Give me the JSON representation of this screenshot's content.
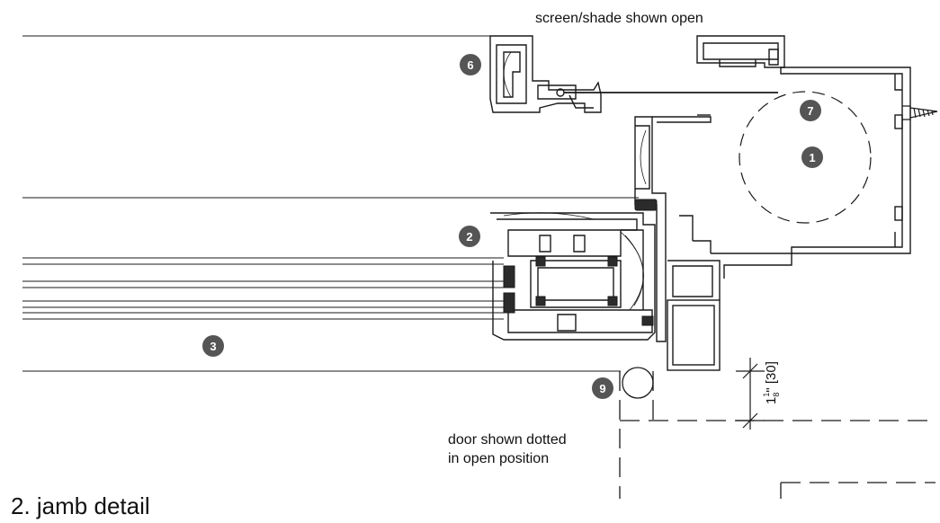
{
  "drawing": {
    "title": "2. jamb detail",
    "screen_note": "screen/shade shown open",
    "door_note_line1": "door shown dotted",
    "door_note_line2": "in open position",
    "dimension_whole": "1",
    "dimension_num": "1",
    "dimension_den": "8",
    "dimension_rest": "\" [30]",
    "callouts": [
      "1",
      "2",
      "3",
      "6",
      "7",
      "9"
    ]
  },
  "colors": {
    "line": "#1a1a1a",
    "callout_fill": "#555555",
    "gasket": "#2b2b2b"
  }
}
